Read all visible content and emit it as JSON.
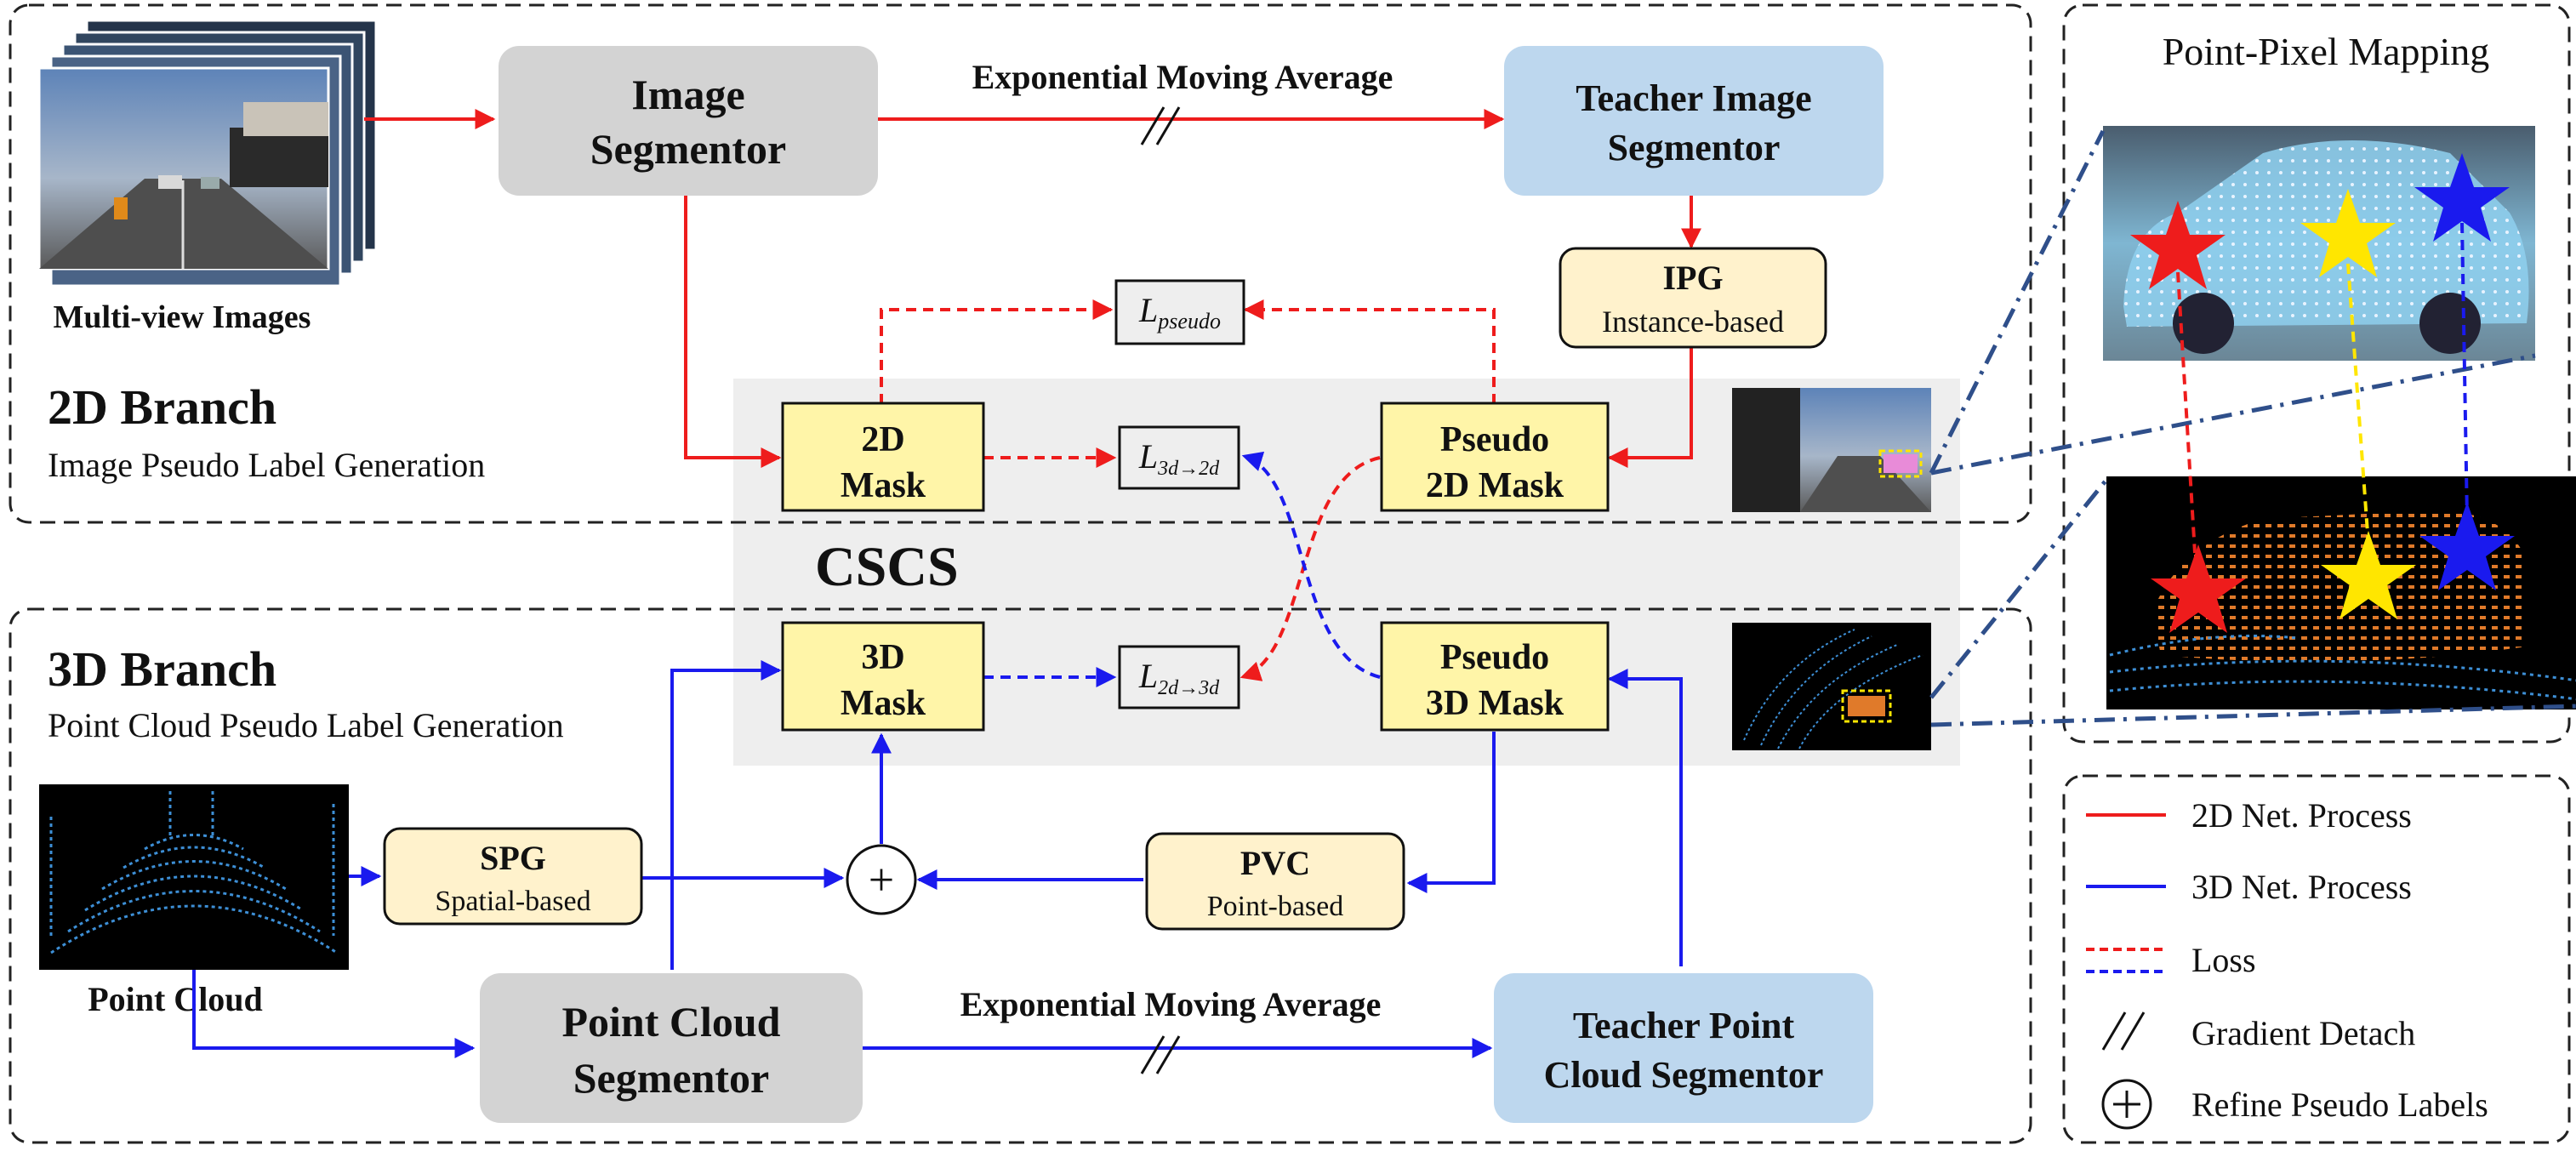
{
  "branch2d": {
    "title": "2D Branch",
    "subtitle": "Image Pseudo Label Generation"
  },
  "branch3d": {
    "title": "3D Branch",
    "subtitle": "Point Cloud Pseudo Label Generation"
  },
  "cscs_label": "CSCS",
  "mapping_title": "Point-Pixel Mapping",
  "images": {
    "multiview_label": "Multi-view Images",
    "pointcloud_label": "Point Cloud"
  },
  "nodes": {
    "image_segmentor": [
      "Image",
      "Segmentor"
    ],
    "teacher_image_segmentor": [
      "Teacher Image",
      "Segmentor"
    ],
    "ipg": [
      "IPG",
      "Instance-based"
    ],
    "mask2d": [
      "2D",
      "Mask"
    ],
    "pseudo2d": [
      "Pseudo",
      "2D Mask"
    ],
    "mask3d": [
      "3D",
      "Mask"
    ],
    "pseudo3d": [
      "Pseudo",
      "3D Mask"
    ],
    "spg": [
      "SPG",
      "Spatial-based"
    ],
    "pvc": [
      "PVC",
      "Point-based"
    ],
    "pc_segmentor": [
      "Point Cloud",
      "Segmentor"
    ],
    "teacher_pc_segmentor": [
      "Teacher Point",
      "Cloud Segmentor"
    ]
  },
  "losses": {
    "pseudo": {
      "base": "L",
      "sub": "pseudo"
    },
    "l3d2d": {
      "base": "L",
      "sub": "3d→2d"
    },
    "l2d3d": {
      "base": "L",
      "sub": "2d→3d"
    }
  },
  "ema_label": "Exponential Moving Average",
  "refine_symbol": "+",
  "legend": [
    {
      "label": "2D Net. Process",
      "icon": "red-solid-line"
    },
    {
      "label": "3D Net. Process",
      "icon": "blue-solid-line"
    },
    {
      "label": "Loss",
      "icon": "red-blue-dashed-line"
    },
    {
      "label": "Gradient Detach",
      "icon": "double-slash"
    },
    {
      "label": "Refine Pseudo Labels",
      "icon": "circled-plus"
    }
  ],
  "colors": {
    "red": "#ee1c1c",
    "blue": "#1a1aee",
    "gray_box": "#d3d3d3",
    "teacher_box": "#bdd7ee",
    "mask_box": "#fff5a8",
    "pg_box": "#fff2cc",
    "cscs_band": "#eeeeee"
  }
}
